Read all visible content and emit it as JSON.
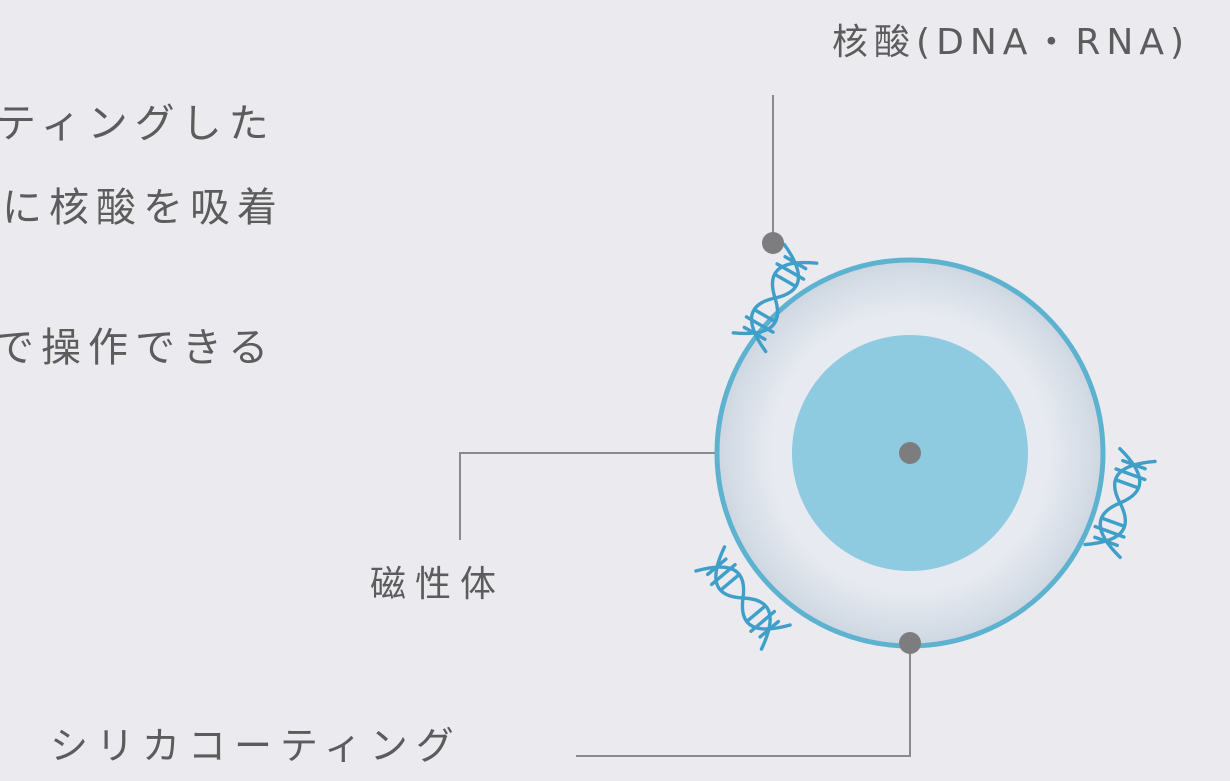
{
  "text": {
    "line1": "ティングした",
    "line2": "に核酸を吸着",
    "line3": "で操作できる"
  },
  "labels": {
    "nucleic_acid": "核酸(DNA・RNA)",
    "magnetic_body": "磁性体",
    "silica_coating": "シリカコーティング"
  },
  "colors": {
    "background": "#ebebef",
    "ring": "#5cb2cf",
    "core": "#8ecae0",
    "dna": "#3f9fc8",
    "leader_line": "#8a8a8a",
    "marker_dot": "#7d7d7f",
    "text": "#5c5c5c"
  }
}
